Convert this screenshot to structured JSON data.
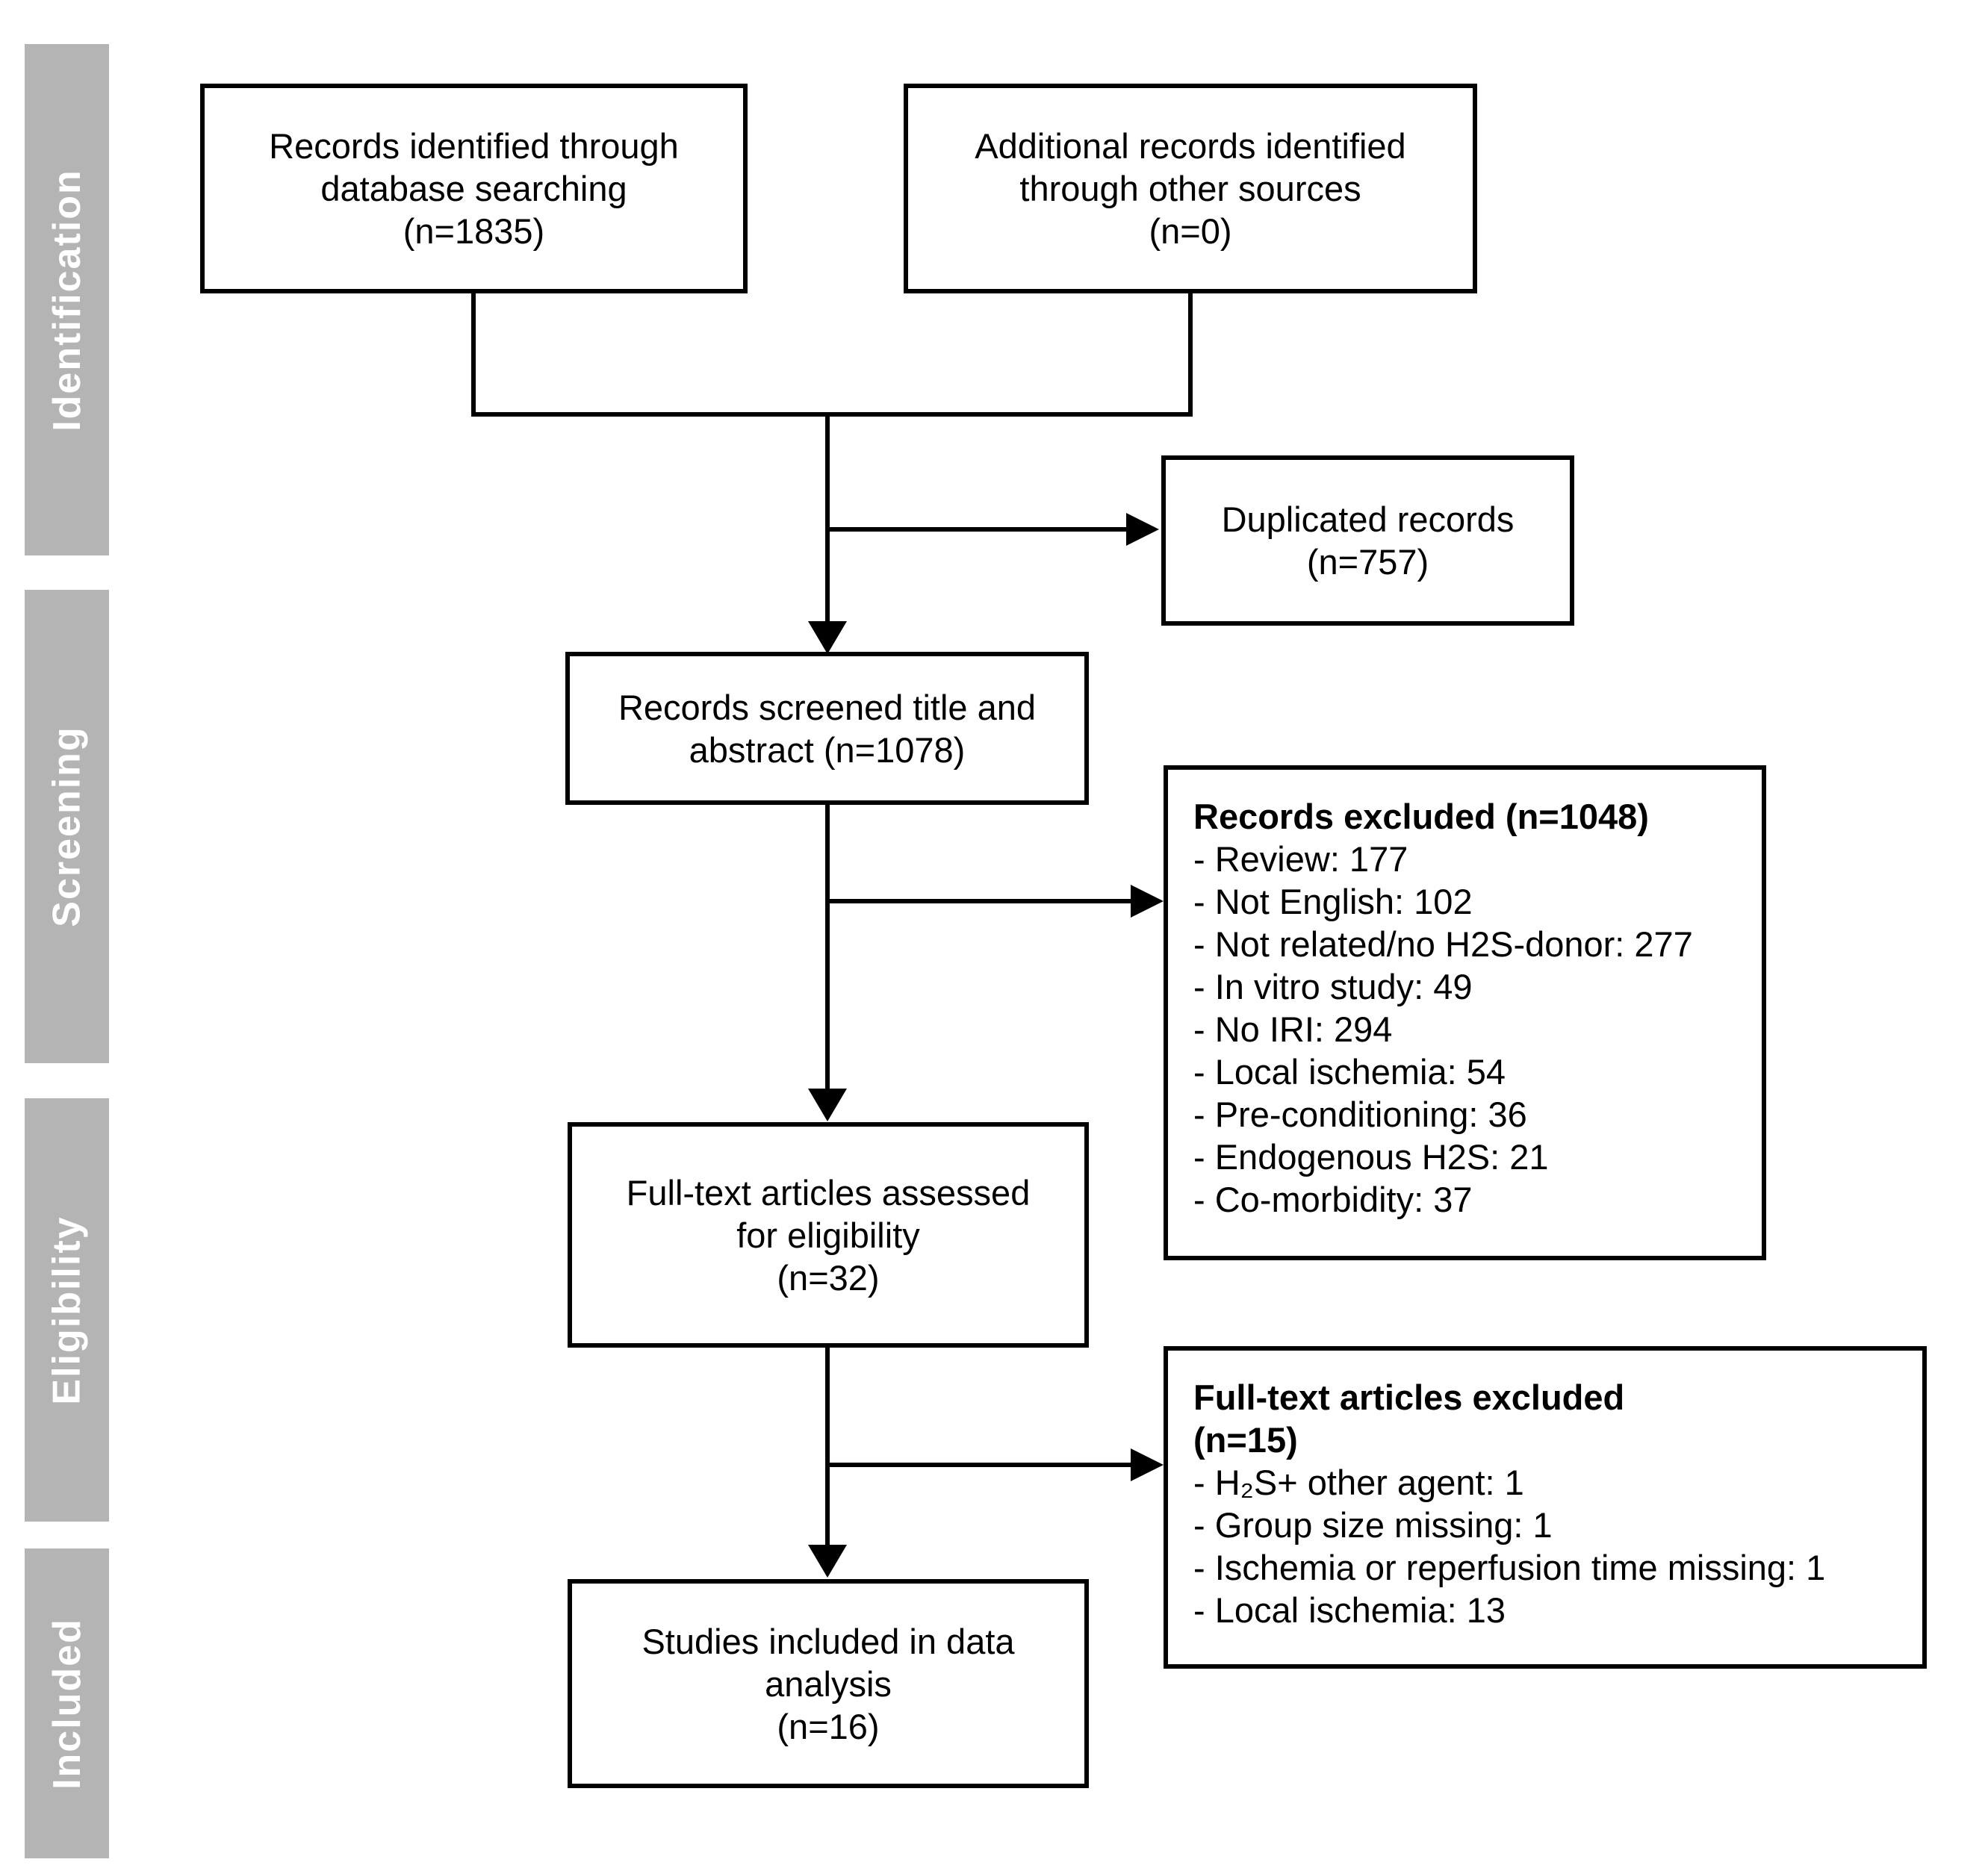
{
  "figure": {
    "type": "prisma-flow-diagram",
    "background_color": "#ffffff",
    "line_color": "#000000",
    "stage_bar_color": "#b4b4b4",
    "stage_text_color": "#ffffff"
  },
  "sidebar": {
    "stages": [
      {
        "label": "Identification"
      },
      {
        "label": "Screening"
      },
      {
        "label": "Eligibility"
      },
      {
        "label": "Included"
      }
    ]
  },
  "boxes": {
    "identified": {
      "lines": [
        "Records identified through",
        "database searching",
        "(n=1835)"
      ]
    },
    "additional": {
      "lines": [
        "Additional records identified",
        "through other sources",
        "(n=0)"
      ]
    },
    "duplicated": {
      "lines": [
        "Duplicated records",
        "(n=757)"
      ]
    },
    "screened": {
      "lines": [
        "Records screened title and",
        "abstract (n=1078)"
      ]
    },
    "records_excluded": {
      "title": "Records excluded (n=1048)",
      "items": [
        "- Review: 177",
        "- Not English: 102",
        "- Not related/no H2S-donor: 277",
        "- In vitro study: 49",
        "- No IRI: 294",
        "- Local ischemia: 54",
        "- Pre-conditioning: 36",
        "- Endogenous H2S: 21",
        "- Co-morbidity: 37"
      ]
    },
    "fulltext_assessed": {
      "lines": [
        "Full-text articles assessed",
        "for eligibility",
        "(n=32)"
      ]
    },
    "fulltext_excluded": {
      "title_lines": [
        "Full-text articles excluded",
        "(n=15)"
      ],
      "items": [
        "- H₂S+ other agent: 1",
        "- Group size missing: 1",
        "- Ischemia or reperfusion time missing: 1",
        "- Local ischemia: 13"
      ]
    },
    "included": {
      "lines": [
        "Studies included in data",
        "analysis",
        "(n=16)"
      ]
    }
  }
}
